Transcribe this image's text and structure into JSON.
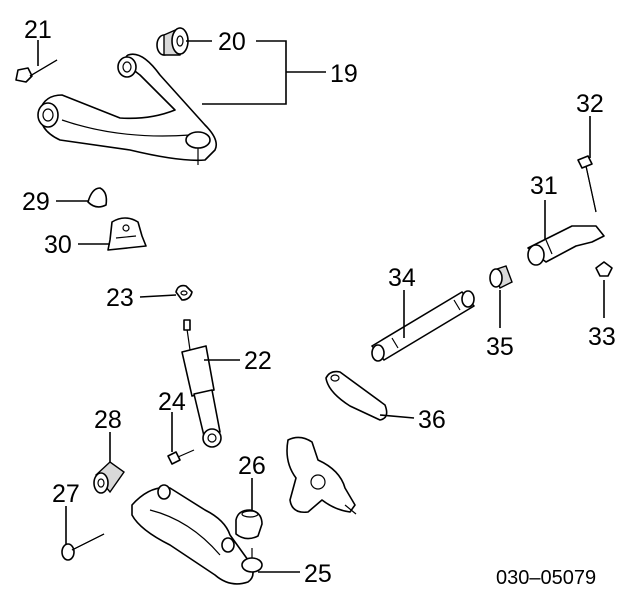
{
  "callouts": {
    "c19": "19",
    "c20": "20",
    "c21": "21",
    "c22": "22",
    "c23": "23",
    "c24": "24",
    "c25": "25",
    "c26": "26",
    "c27": "27",
    "c28": "28",
    "c29": "29",
    "c30": "30",
    "c31": "31",
    "c32": "32",
    "c33": "33",
    "c34": "34",
    "c35": "35",
    "c36": "36"
  },
  "diagram_code": "030–05079"
}
